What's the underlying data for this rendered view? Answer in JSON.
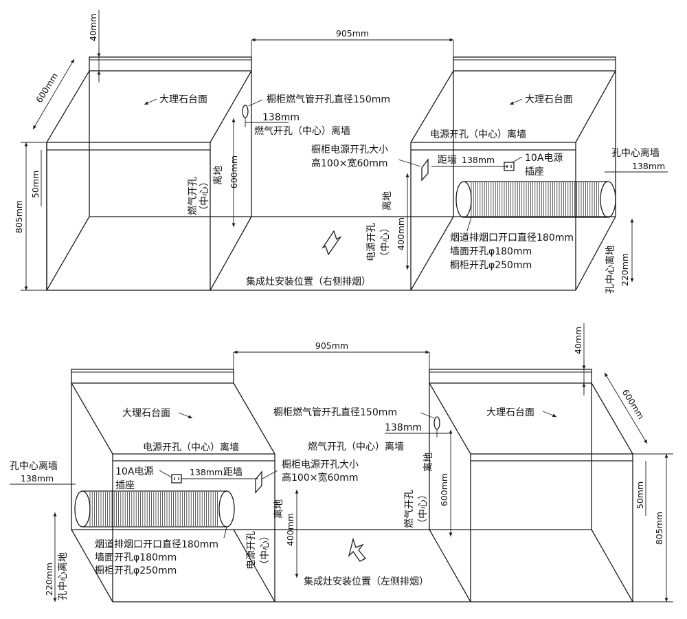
{
  "top": {
    "dim_width_between": "905mm",
    "dim_top_thickness": "40mm",
    "dim_depth": "600mm",
    "dim_total_height": "805mm",
    "dim_lip": "50mm",
    "left_cabinet": {
      "marble_label": "大理石台面",
      "gas_hole_label": "橱柜燃气管开孔直径150mm",
      "gas_offset_value": "138mm",
      "gas_offset_label": "燃气开孔（中心）离墙",
      "gas_height_label_1": "燃气开孔",
      "gas_height_label_2": "（中心）",
      "gas_height_label_3": "离地",
      "gas_height_value": "600mm"
    },
    "right_cabinet": {
      "marble_label": "大理石台面",
      "power_offset_label": "电源开孔（中心）离墙",
      "power_hole_size_1": "橱柜电源开孔大小",
      "power_hole_size_2": "高100×宽60mm",
      "dist_wall_label": "距墙",
      "dist_wall_value": "138mm",
      "socket_label_1": "10A电源",
      "socket_label_2": "插座",
      "hole_center_wall_label": "孔中心离墙",
      "hole_center_wall_value": "138mm",
      "duct_line_1": "烟道排烟口开口直径180mm",
      "duct_line_2": "墙面开孔φ180mm",
      "duct_line_3": "橱柜开孔φ250mm",
      "power_height_label_1": "电源开孔",
      "power_height_label_2": "（中心）",
      "power_height_label_3": "离地",
      "power_height_value": "400mm",
      "hole_center_floor_label": "孔中心离地",
      "hole_center_floor_value": "220mm"
    },
    "install_label": "集成灶安装位置（右侧排烟）"
  },
  "bottom": {
    "dim_width_between": "905mm",
    "dim_top_thickness": "40mm",
    "dim_depth": "600mm",
    "dim_total_height": "805mm",
    "dim_lip": "50mm",
    "left_cabinet": {
      "marble_label": "大理石台面",
      "power_offset_label": "电源开孔（中心）离墙",
      "socket_label_1": "10A电源",
      "socket_label_2": "插座",
      "dist_wall_value": "138mm",
      "dist_wall_label": "距墙",
      "power_hole_size_1": "橱柜电源开孔大小",
      "power_hole_size_2": "高100×宽60mm",
      "hole_center_wall_label": "孔中心离墙",
      "hole_center_wall_value": "138mm",
      "duct_line_1": "烟道排烟口开口直径180mm",
      "duct_line_2": "墙面开孔φ180mm",
      "duct_line_3": "橱柜开孔φ250mm",
      "power_height_label_1": "电源开孔",
      "power_height_label_2": "（中心）",
      "power_height_label_3": "离地",
      "power_height_value": "400mm",
      "hole_center_floor_label": "孔中心离地",
      "hole_center_floor_value": "220mm"
    },
    "right_cabinet": {
      "marble_label": "大理石台面",
      "gas_hole_label": "橱柜燃气管开孔直径150mm",
      "gas_offset_value": "138mm",
      "gas_offset_label": "燃气开孔（中心）离墙",
      "gas_height_label_1": "燃气开孔",
      "gas_height_label_2": "（中心）",
      "gas_height_label_3": "离地",
      "gas_height_value": "600mm"
    },
    "install_label": "集成灶安装位置（左侧排烟）"
  }
}
